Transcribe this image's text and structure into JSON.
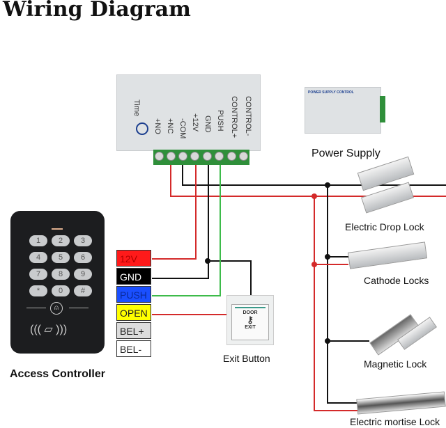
{
  "title": "Wiring Diagram",
  "controller_box": {
    "labels": [
      "Time",
      "+NO",
      "+NC",
      "-COM",
      "+12V",
      "GND",
      "PUSH",
      "CONTROL+",
      "CONTROL-"
    ]
  },
  "power_supply": {
    "label": "Power Supply",
    "header": "POWER SUPPLY CONTROL"
  },
  "access_controller": {
    "label": "Access Controller",
    "keys": [
      "1",
      "2",
      "3",
      "4",
      "5",
      "6",
      "7",
      "8",
      "9",
      "*",
      "0",
      "#"
    ],
    "wires": [
      {
        "label": "12V",
        "bg": "#ff1a1a",
        "fg": "#b00000"
      },
      {
        "label": "GND",
        "bg": "#000000",
        "fg": "#ffffff"
      },
      {
        "label": "PUSH",
        "bg": "#1a4fff",
        "fg": "#0a2a9a"
      },
      {
        "label": "OPEN",
        "bg": "#ffff00",
        "fg": "#222222"
      },
      {
        "label": "BEL+",
        "bg": "#dcdcdc",
        "fg": "#222222"
      },
      {
        "label": "BEL-",
        "bg": "#ffffff",
        "fg": "#222222"
      }
    ]
  },
  "exit_button": {
    "label": "Exit Button",
    "top_text": "DOOR",
    "bottom_text": "EXIT"
  },
  "locks": [
    {
      "label": "Electric Drop Lock"
    },
    {
      "label": "Cathode Locks"
    },
    {
      "label": "Magnetic Lock"
    },
    {
      "label": "Electric mortise Lock"
    }
  ],
  "colors": {
    "red_wire": "#d42a2a",
    "black_wire": "#111111",
    "green_wire": "#3dbb4a",
    "terminal_block": "#2f8f3a"
  }
}
